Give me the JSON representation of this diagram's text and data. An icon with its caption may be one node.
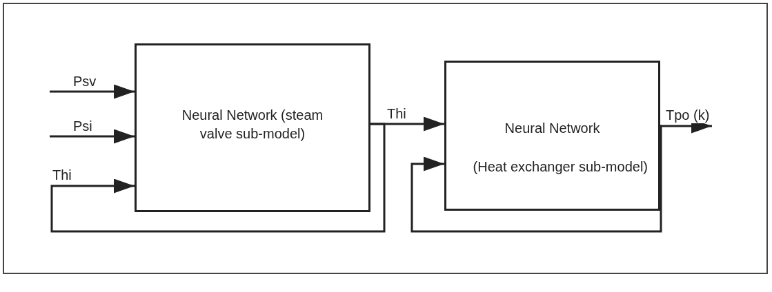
{
  "diagram": {
    "nodes": [
      {
        "text": [
          "Neural Network (steam valve sub-model)"
        ]
      },
      {
        "text": [
          "Neural Network",
          "(Heat exchanger sub-model)"
        ]
      }
    ],
    "edges": [
      {
        "from": null,
        "to": 0,
        "arrow": "to",
        "label": "Psv"
      },
      {
        "from": null,
        "to": 0,
        "arrow": "to",
        "label": "Psi"
      },
      {
        "from": 0,
        "to": 0,
        "arrow": "to",
        "label": "Thi"
      },
      {
        "from": 0,
        "to": 1,
        "arrow": "to",
        "label": "Thi"
      },
      {
        "from": 1,
        "to": 1,
        "arrow": "to"
      },
      {
        "from": 1,
        "to": null,
        "arrow": "to",
        "label": "Tpo (k)"
      }
    ]
  }
}
